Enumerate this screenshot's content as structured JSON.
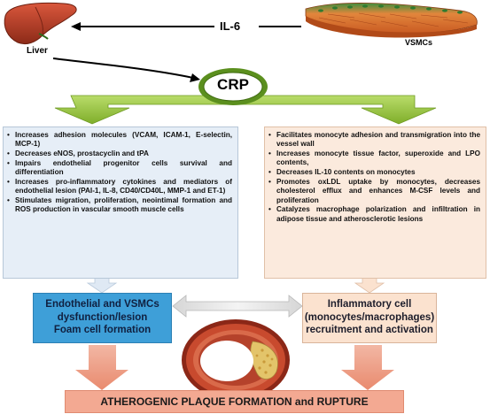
{
  "title_labels": {
    "il6": "IL-6",
    "liver": "Liver",
    "vsmcs": "VSMCs",
    "crp": "CRP"
  },
  "left_panel": {
    "items": [
      "Increases adhesion molecules (VCAM, ICAM-1, E-selectin, MCP-1)",
      "Decreases eNOS, prostacyclin and tPA",
      "Impairs endothelial progenitor cells survival and differentiation",
      "Increases pro-inflammatory cytokines and mediators of endothelial lesion (PAI-1, IL-8, CD40/CD40L, MMP-1 and ET-1)",
      "Stimulates migration, proliferation, neointimal formation and ROS production in vascular smooth muscle cells"
    ]
  },
  "right_panel": {
    "items": [
      "Facilitates monocyte adhesion and transmigration into the vessel wall",
      "Increases monocyte tissue factor, superoxide and LPO contents,",
      "Decreases IL-10 contents on monocytes",
      "Promotes oxLDL uptake by monocytes, decreases cholesterol efflux and enhances M-CSF levels and proliferation",
      "Catalyzes macrophage polarization and infiltration in adipose tissue and atherosclerotic lesions"
    ]
  },
  "left_box": {
    "line1": "Endothelial and VSMCs",
    "line2": "dysfunction/lesion",
    "line3": "Foam cell formation"
  },
  "right_box": {
    "line1": "Inflammatory cell",
    "line2": "(monocytes/macrophages)",
    "line3": "recruitment and activation"
  },
  "bottom_bar": "ATHEROGENIC PLAQUE FORMATION and RUPTURE",
  "colors": {
    "crp_fill": "#ffffff",
    "crp_ring": "#5b8f1e",
    "green_arrow": "#9bc83c",
    "left_panel_bg": "#e6eef7",
    "right_panel_bg": "#fbeadd",
    "left_box_bg": "#3e9fd8",
    "right_box_bg": "#fbe2cf",
    "bottom_bar_bg": "#f3a992"
  }
}
